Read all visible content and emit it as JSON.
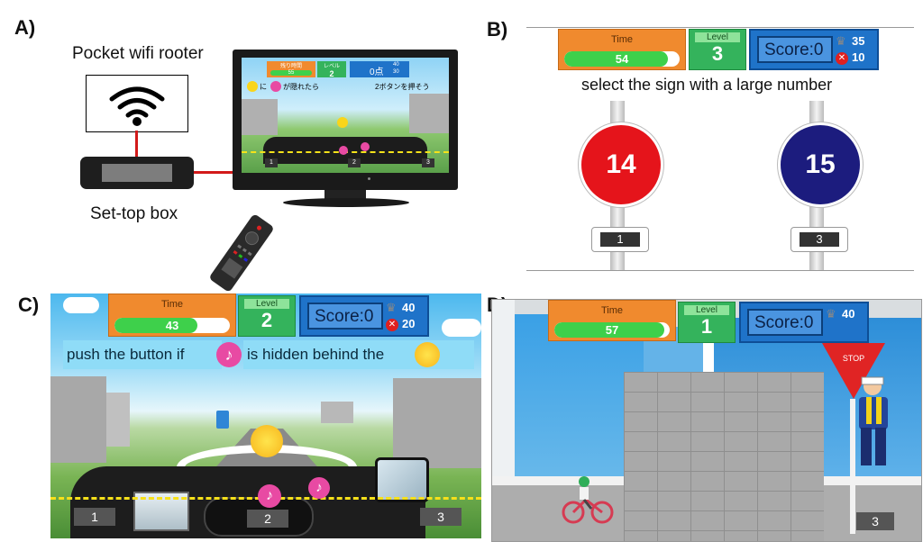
{
  "panels": {
    "a": {
      "label": "A)",
      "router_label": "Pocket wifi rooter",
      "stb_label": "Set-top box",
      "tv_screen": {
        "time_label": "残り時間",
        "time_value": "55",
        "level_label": "レベル",
        "level_value": "2",
        "score_text": "0点",
        "best": "40",
        "miss": "30",
        "instruction_left": "に",
        "instruction_mid": "が隠れたら",
        "instruction_right": "2ボタンを押そう",
        "btn1": "1",
        "btn2": "2",
        "btn3": "3"
      }
    },
    "b": {
      "label": "B)",
      "time_label": "Time",
      "time_value": "54",
      "time_fraction": 0.9,
      "level_label": "Level",
      "level_value": "3",
      "score_text": "Score:0",
      "best": "35",
      "miss": "10",
      "instruction": "select the sign with a large number",
      "sign_left": "14",
      "sign_right": "15",
      "btn_left": "1",
      "btn_right": "3"
    },
    "c": {
      "label": "C)",
      "time_label": "Time",
      "time_value": "43",
      "time_fraction": 0.72,
      "level_label": "Level",
      "level_value": "2",
      "score_text": "Score:0",
      "best": "40",
      "miss": "20",
      "instruction_left": "push the button if",
      "instruction_mid": "is hidden behind the",
      "btn1": "1",
      "btn2": "2",
      "btn3": "3"
    },
    "d": {
      "label": "D)",
      "time_label": "Time",
      "time_value": "57",
      "time_fraction": 0.95,
      "level_label": "Level",
      "level_value": "1",
      "score_text": "Score:0",
      "best": "40",
      "stop_text": "STOP",
      "btn3": "3"
    }
  },
  "colors": {
    "time_orange": "#f08a2e",
    "level_green": "#34b35c",
    "score_blue": "#1f73c9",
    "sign_red": "#e5141b",
    "sign_navy": "#1c1c7e"
  }
}
